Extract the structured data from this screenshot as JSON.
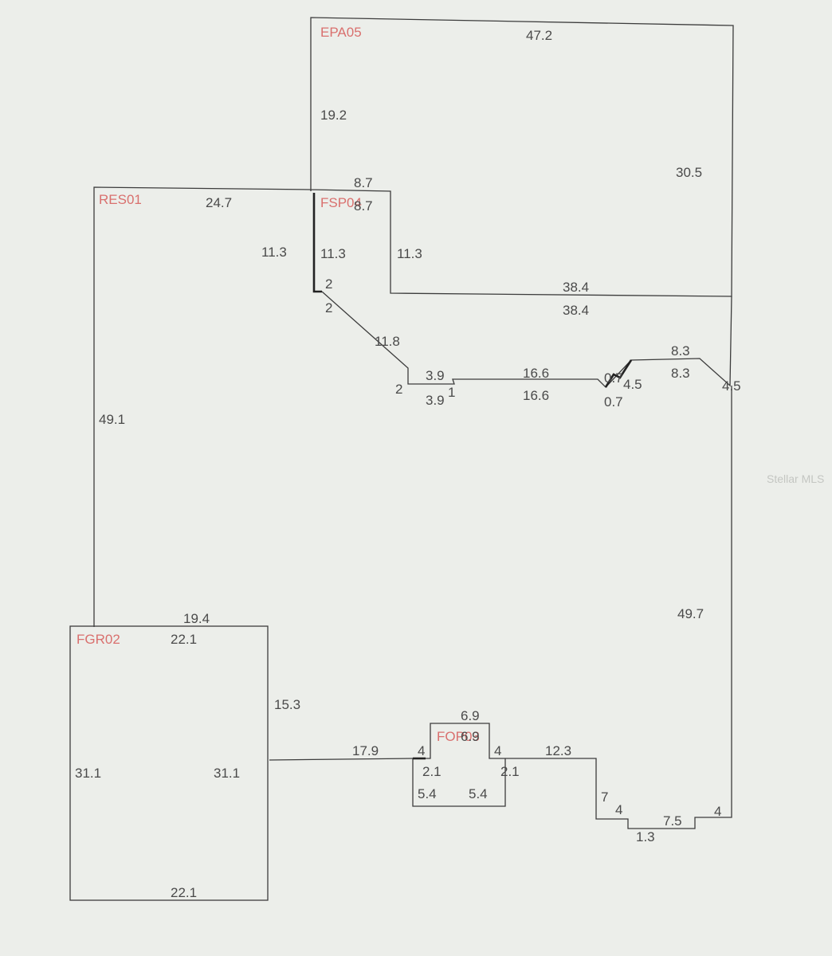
{
  "areas": {
    "epa": "EPA05",
    "res": "RES01",
    "fsp": "FSP04",
    "fgr": "FGR02",
    "fop": "FOP03"
  },
  "dims": {
    "epa_top": "47.2",
    "epa_left": "19.2",
    "epa_right": "30.5",
    "fsp_top": "8.7",
    "fsp_top_b": "8.7",
    "res_top": "24.7",
    "res_l1": "11.3",
    "fsp_l": "11.3",
    "fsp_r": "11.3",
    "d38a": "38.4",
    "d38b": "38.4",
    "s2a": "2",
    "s2b": "2",
    "diag": "11.8",
    "s2c": "2",
    "d39a": "3.9",
    "d39b": "3.9",
    "s1": "1",
    "d166a": "16.6",
    "d166b": "16.6",
    "d07a": "0.7",
    "d07b": "0.7",
    "d45a": "4.5",
    "d83a": "8.3",
    "d83b": "8.3",
    "d45b": "4.5",
    "res_left": "49.1",
    "right_long": "49.7",
    "fgr_top_a": "19.4",
    "fgr_top_b": "22.1",
    "fgr_right": "15.3",
    "fgr_l": "31.1",
    "fgr_r": "31.1",
    "fgr_bottom": "22.1",
    "d179": "17.9",
    "d69a": "6.9",
    "d69b": "6.9",
    "s4a": "4",
    "s4b": "4",
    "d21a": "2.1",
    "d21b": "2.1",
    "d54a": "5.4",
    "d54b": "5.4",
    "d123": "12.3",
    "s7": "7",
    "s4c": "4",
    "d13": "1.3",
    "d75": "7.5",
    "s4d": "4"
  },
  "watermark": "Stellar MLS"
}
